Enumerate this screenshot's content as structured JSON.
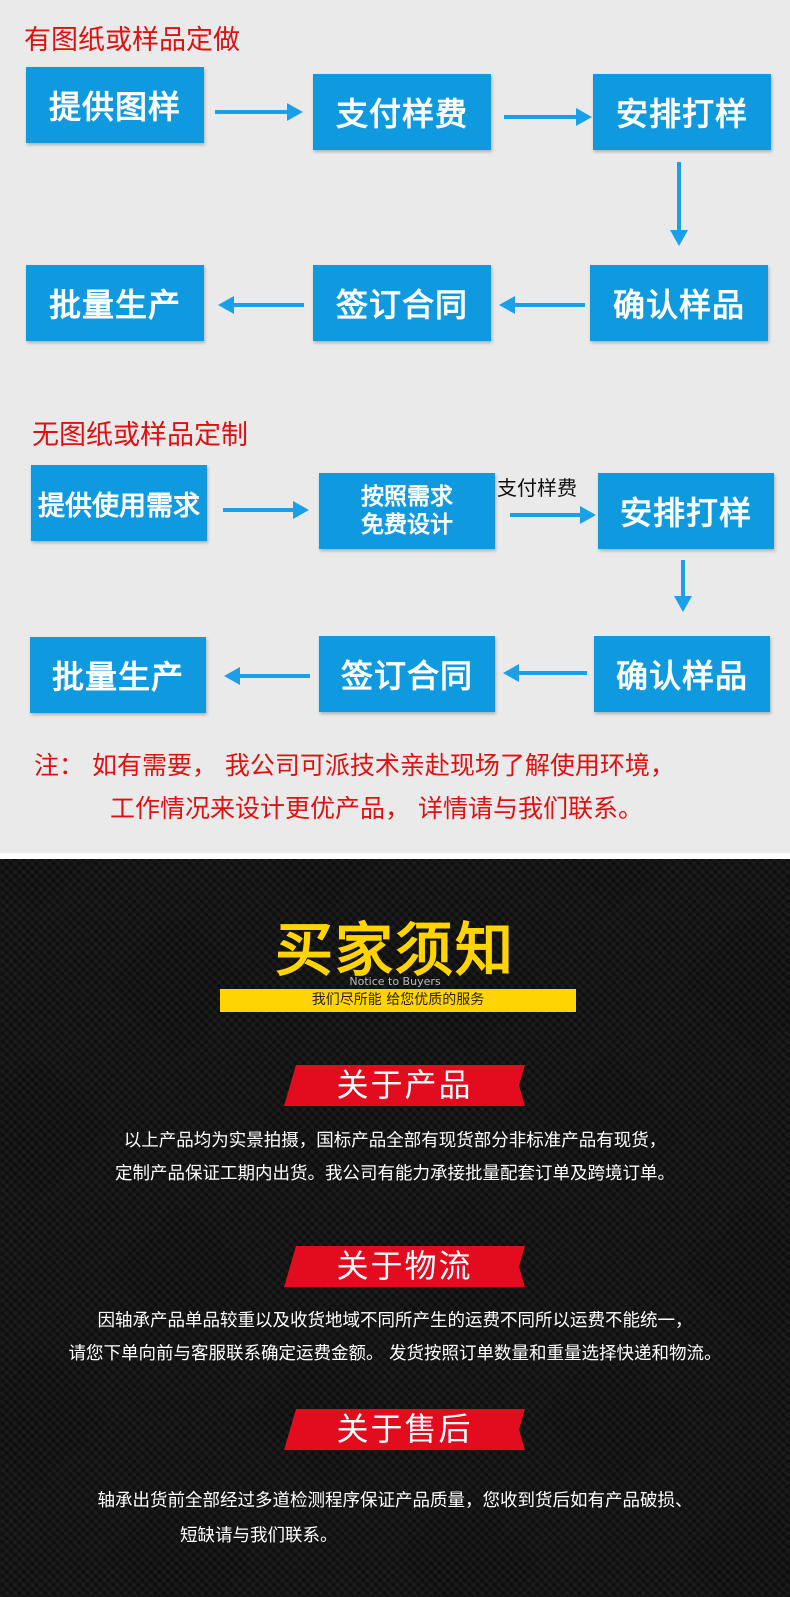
{
  "section1": {
    "title": "有图纸或样品定做",
    "row1": [
      "提供图样",
      "支付样费",
      "安排打样"
    ],
    "row2": [
      "批量生产",
      "签订合同",
      "确认样品"
    ]
  },
  "section2": {
    "title": "无图纸或样品定制",
    "row1": [
      "提供使用需求",
      "按照需求",
      "免费设计",
      "安排打样"
    ],
    "pay_label": "支付样费",
    "row2": [
      "批量生产",
      "签订合同",
      "确认样品"
    ]
  },
  "note": {
    "line1": "注：  如有需要，   我公司可派技术亲赴现场了解使用环境，",
    "line2": "工作情况来设计更优产品，   详情请与我们联系。"
  },
  "buyers": {
    "heading": "买家须知",
    "heading_en": "Notice to Buyers",
    "tagline": "我们尽所能 给您优质的服务"
  },
  "product": {
    "title": "关于产品",
    "line1": "以上产品均为实景拍摄，国标产品全部有现货部分非标准产品有现货，",
    "line2": "定制产品保证工期内出货。我公司有能力承接批量配套订单及跨境订单。"
  },
  "logistics": {
    "title": "关于物流",
    "line1": "因轴承产品单品较重以及收货地域不同所产生的运费不同所以运费不能统一，",
    "line2": "请您下单向前与客服联系确定运费金额。 发货按照订单数量和重量选择快递和物流。"
  },
  "aftersales": {
    "title": "关于售后",
    "line1": "轴承出货前全部经过多道检测程序保证产品质量，您收到货后如有产品破损、",
    "line2": "短缺请与我们联系。"
  },
  "colors": {
    "box_blue": "#0f9ae0",
    "arrow_blue": "#1aa0e8",
    "title_red": "#e01010",
    "heading_yellow": "#ffd400",
    "ribbon_red": "#e30b1e"
  }
}
